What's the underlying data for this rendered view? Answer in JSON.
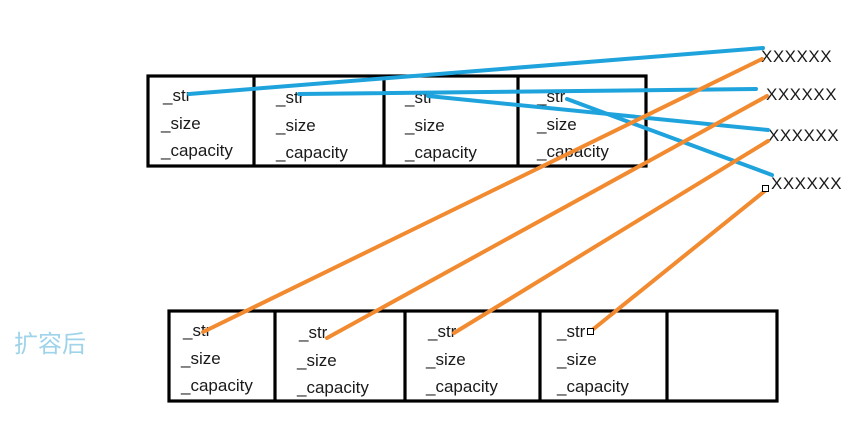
{
  "caption": "扩容后",
  "fields": [
    "_str",
    "_size",
    "_capacity"
  ],
  "targets": [
    "XXXXXX",
    "XXXXXX",
    "XXXXXX",
    "XXXXXX"
  ],
  "old_array": {
    "cells": [
      {
        "fields": [
          "_str",
          "_size",
          "_capacity"
        ]
      },
      {
        "fields": [
          "_str",
          "_size",
          "_capacity"
        ]
      },
      {
        "fields": [
          "_str",
          "_size",
          "_capacity"
        ]
      },
      {
        "fields": [
          "_str",
          "_size",
          "_capacity"
        ]
      }
    ]
  },
  "new_array": {
    "cells": [
      {
        "fields": [
          "_str",
          "_size",
          "_capacity"
        ]
      },
      {
        "fields": [
          "_str",
          "_size",
          "_capacity"
        ]
      },
      {
        "fields": [
          "_str",
          "_size",
          "_capacity"
        ]
      },
      {
        "fields": [
          "_str",
          "_size",
          "_capacity"
        ]
      },
      {
        "fields": []
      }
    ]
  },
  "colors": {
    "old_pointer": "#1fa3dc",
    "new_pointer": "#f28a30",
    "caption": "#9ed3ea",
    "border": "#000000"
  }
}
